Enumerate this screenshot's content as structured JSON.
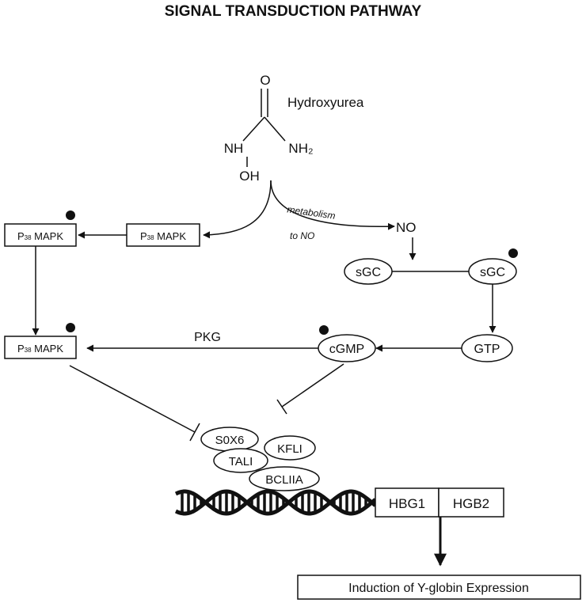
{
  "title": "SIGNAL TRANSDUCTION PATHWAY",
  "molecule": {
    "name": "Hydroxyurea",
    "atom_o": "O",
    "atom_nh": "NH",
    "atom_nh2": "NH₂",
    "atom_oh": "OH"
  },
  "edges": {
    "metabolism_line1": "metabolism",
    "metabolism_line2": "to NO",
    "pkg": "PKG"
  },
  "nodes": {
    "p38_mapk": {
      "prefix": "P",
      "sub": "38",
      "label": " MAPK"
    },
    "no": "NO",
    "sgc": "sGC",
    "gtp": "GTP",
    "cgmp": "cGMP"
  },
  "factors": [
    "S0X6",
    "KFLI",
    "TALI",
    "BCLIIA"
  ],
  "genes": [
    "HBG1",
    "HGB2"
  ],
  "result": "Induction of Y-globin Expression",
  "colors": {
    "ink": "#111111",
    "background": "#ffffff"
  }
}
